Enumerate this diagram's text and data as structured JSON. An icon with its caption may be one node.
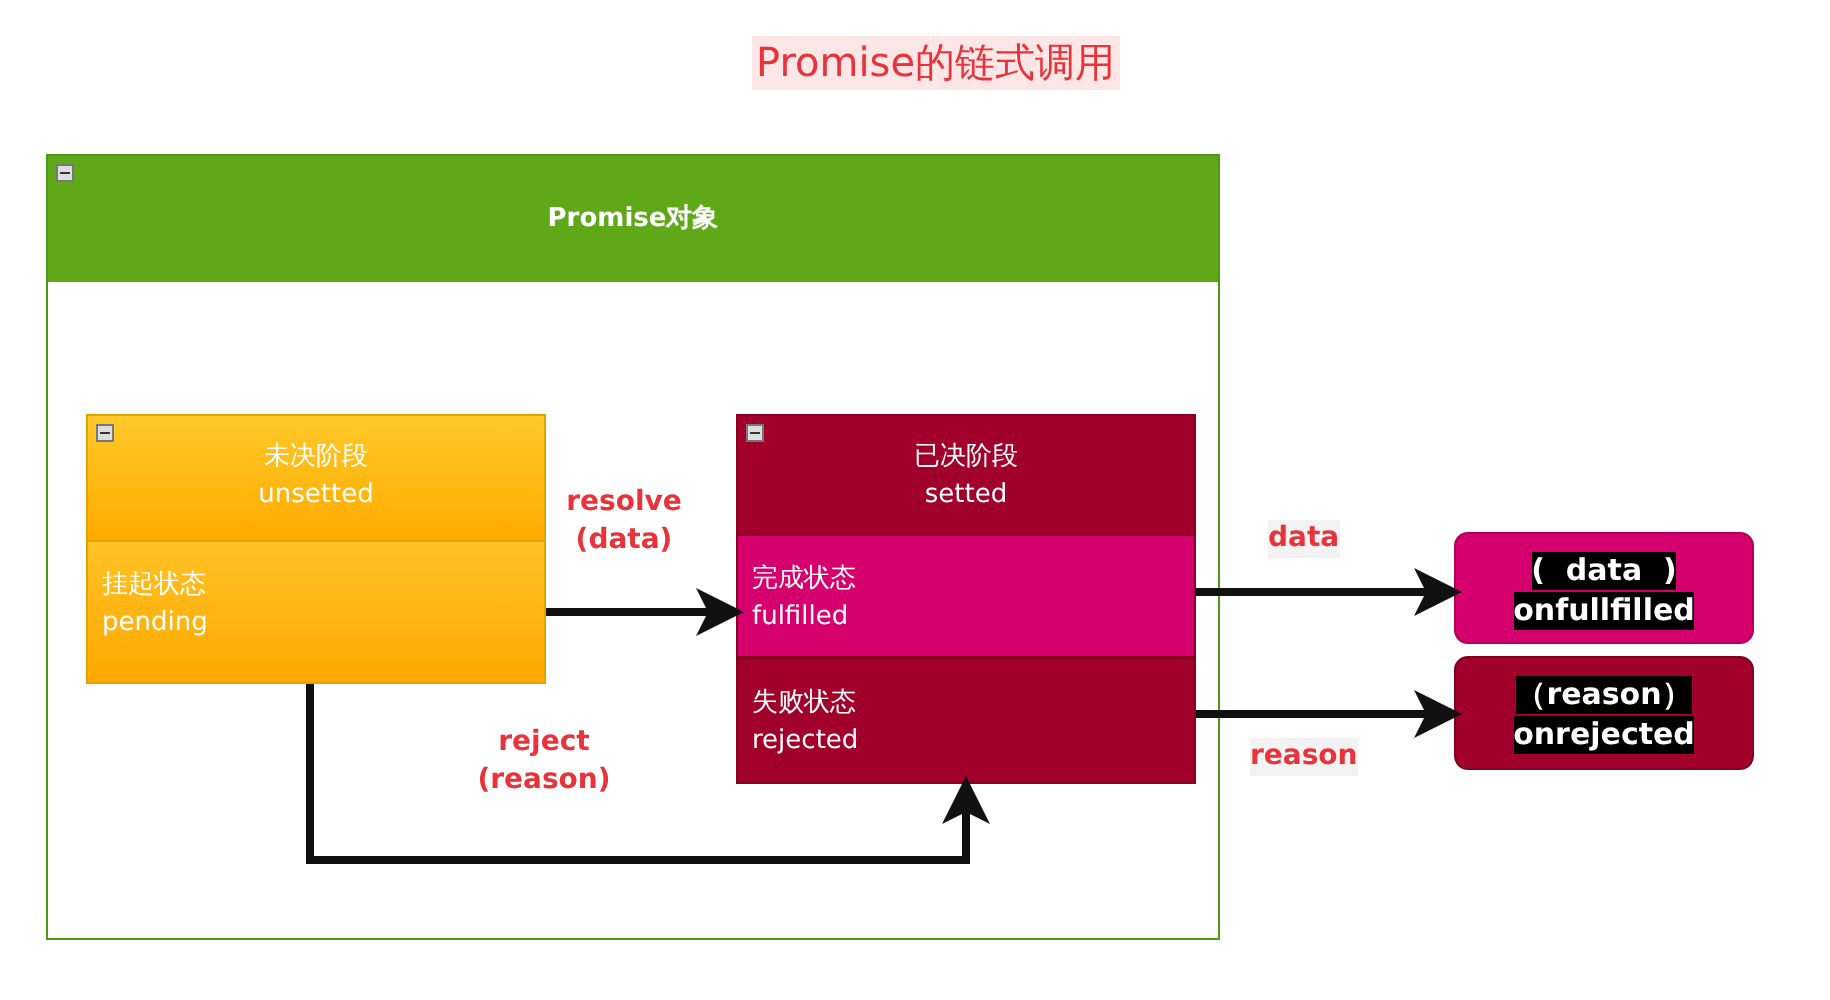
{
  "diagram": {
    "title": "Promise的链式调用",
    "nodes": [
      {
        "text": [
          "Promise对象"
        ]
      },
      {
        "text": [
          "未决阶段",
          "unsetted"
        ],
        "in": 0
      },
      {
        "text": [
          "挂起状态",
          "pending"
        ],
        "in": 1
      },
      {
        "text": [
          "已决阶段",
          "setted"
        ],
        "in": 0
      },
      {
        "text": [
          "完成状态",
          "fulfilled"
        ],
        "in": 3
      },
      {
        "text": [
          "失败状态",
          "rejected"
        ],
        "in": 3
      },
      {
        "text": [
          "(  data  )",
          "onfullfilled"
        ]
      },
      {
        "text": [
          "（reason）",
          "onrejected"
        ]
      }
    ],
    "edges": [
      {
        "from": 2,
        "to": 4,
        "arrow": "to",
        "label": "resolve (data)"
      },
      {
        "from": 2,
        "to": 5,
        "arrow": "to",
        "label": "reject (reason)"
      },
      {
        "from": 4,
        "to": 6,
        "arrow": "to",
        "label": "data"
      },
      {
        "from": 5,
        "to": 7,
        "arrow": "to",
        "label": "reason"
      }
    ]
  }
}
